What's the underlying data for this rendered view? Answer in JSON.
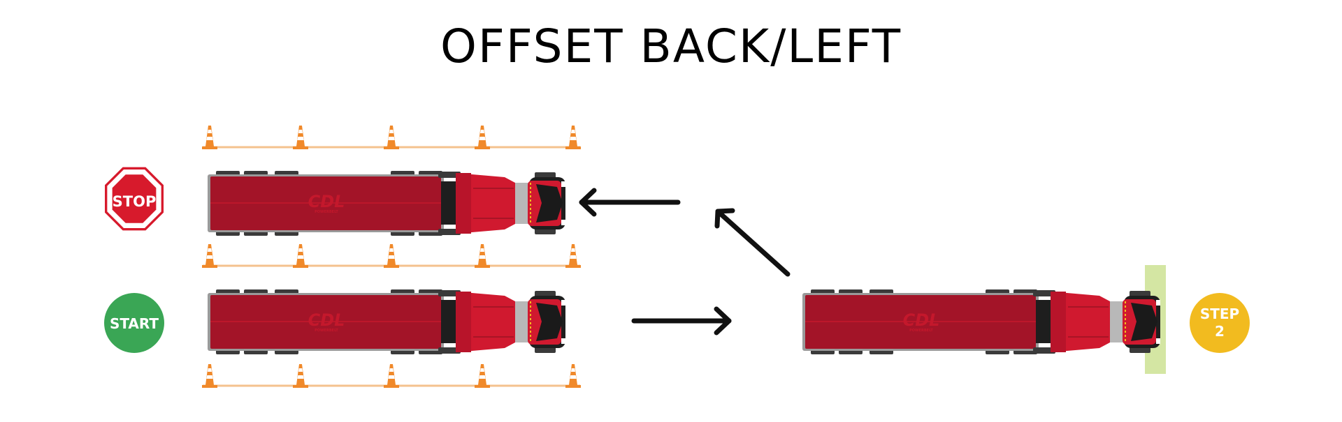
{
  "title": "OFFSET BACK/LEFT",
  "badges": {
    "stop": "STOP",
    "start": "START",
    "step_line1": "STEP",
    "step_line2": "2"
  },
  "truck_logo": {
    "main": "CDL",
    "sub": "POWERBELT"
  },
  "colors": {
    "trailer": "#a31428",
    "cab": "#d0192f",
    "cone": "#f0892a",
    "stop_badge": "#d71a2c",
    "start_badge": "#3aa655",
    "step_badge": "#f2bb1f",
    "target_zone": "#d4e6a3"
  },
  "icons": [
    "traffic-cone-icon",
    "stop-sign-icon",
    "arrow-icon"
  ]
}
